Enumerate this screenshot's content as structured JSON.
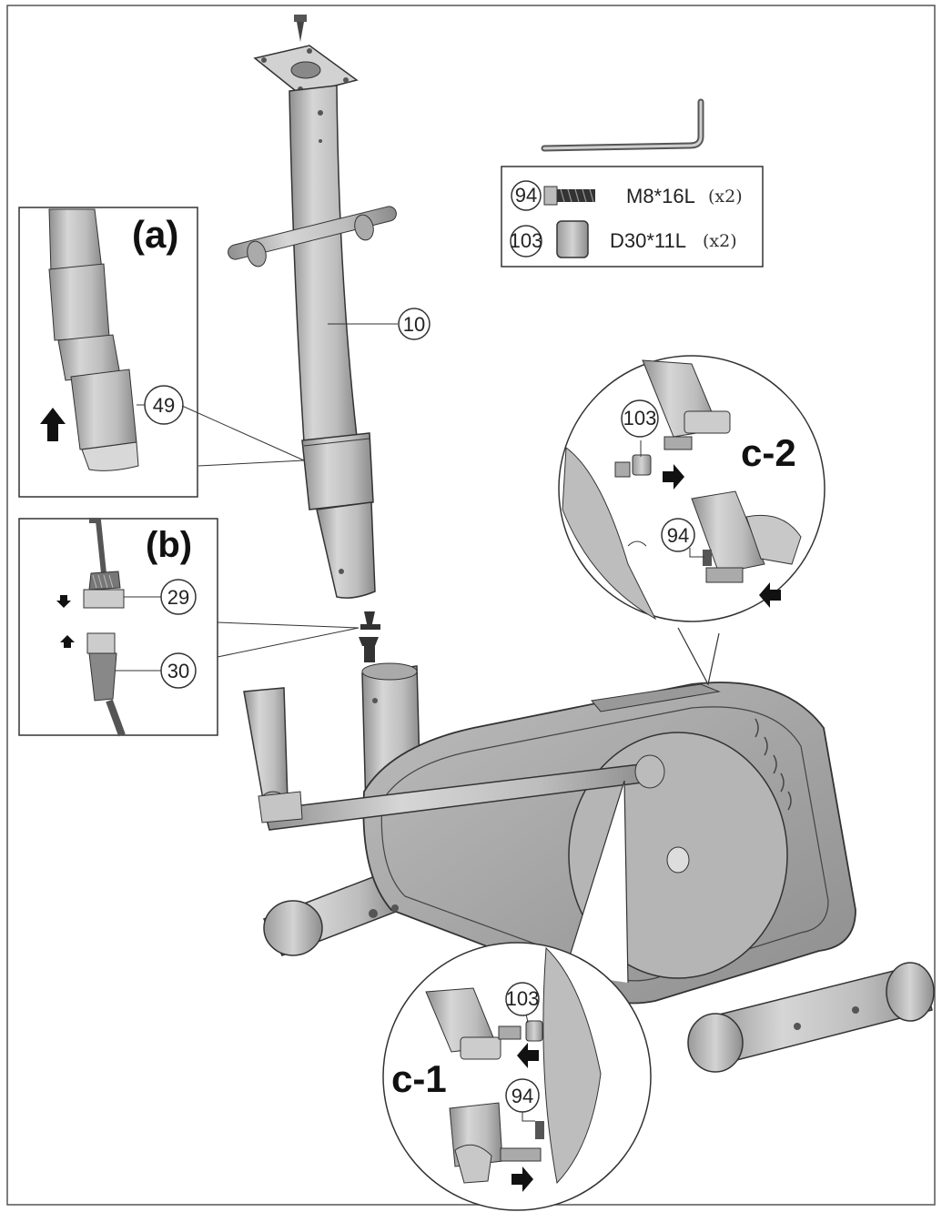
{
  "parts_list": {
    "items": [
      {
        "number": "94",
        "spec": "M8*16L",
        "qty": "(x2)",
        "icon": "bolt-icon"
      },
      {
        "number": "103",
        "spec": "D30*11L",
        "qty": "(x2)",
        "icon": "spacer-icon"
      }
    ],
    "tool_icon": "allen-key-icon"
  },
  "callouts": {
    "post": "10",
    "bushing": "49",
    "cable_upper": "29",
    "cable_lower": "30",
    "c2_spacer": "103",
    "c2_bolt": "94",
    "c1_spacer": "103",
    "c1_bolt": "94"
  },
  "insets": {
    "a": "(a)",
    "b": "(b)",
    "c1": "c-1",
    "c2": "c-2"
  },
  "colors": {
    "line": "#2a2a2a",
    "fill": "#c9c9c9",
    "fill_dark": "#9a9a9a",
    "fill_light": "#e4e4e4"
  }
}
